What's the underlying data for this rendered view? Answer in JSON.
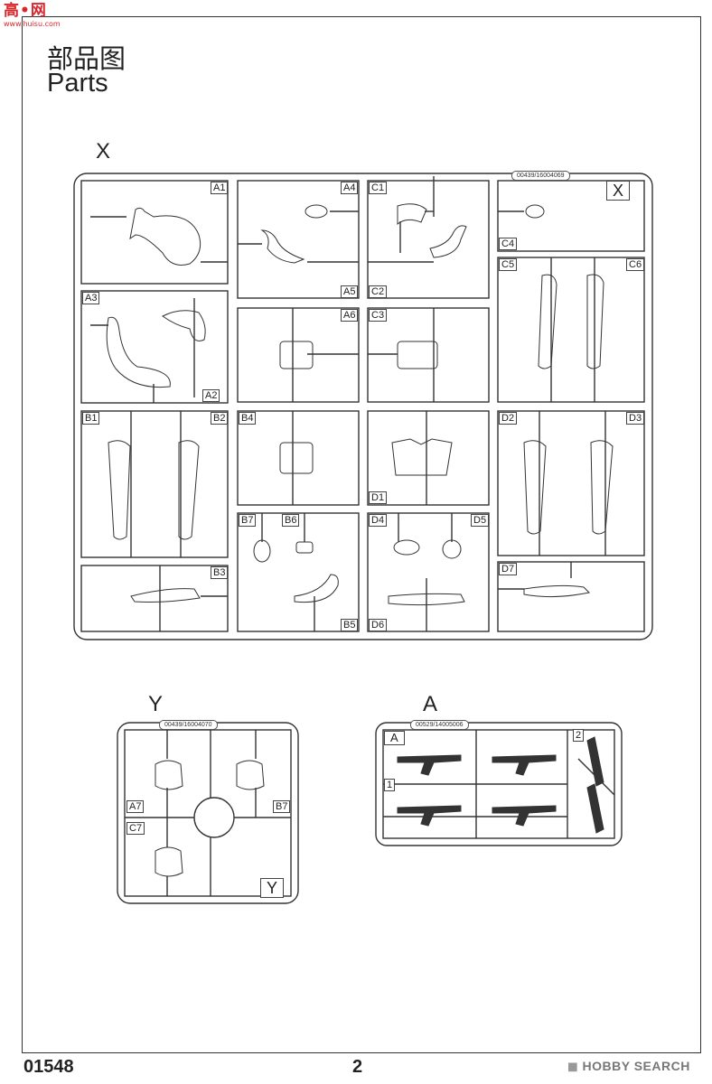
{
  "watermark": {
    "logo": "高•网",
    "url": "www.huisu.com",
    "footer": "HOBBY SEARCH"
  },
  "title": {
    "cn": "部品图",
    "en": "Parts"
  },
  "sprues": {
    "X": {
      "letter": "X",
      "code": "00439/16004069",
      "corner": "X",
      "labels": [
        "A1",
        "A4",
        "C1",
        "A5",
        "C2",
        "C4",
        "A3",
        "A2",
        "A6",
        "C3",
        "C5",
        "C6",
        "B1",
        "B2",
        "B4",
        "D1",
        "D2",
        "D3",
        "B7",
        "B6",
        "D4",
        "D5",
        "B3",
        "B5",
        "D6",
        "D7"
      ]
    },
    "Y": {
      "letter": "Y",
      "code": "00439/16004070",
      "corner": "Y",
      "labels": [
        "A7",
        "B7",
        "C7"
      ]
    },
    "A": {
      "letter": "A",
      "code": "00529/14005006",
      "corner": "A",
      "labels": [
        "1",
        "2"
      ]
    }
  },
  "footer": {
    "product_code": "01548",
    "page": "2"
  }
}
